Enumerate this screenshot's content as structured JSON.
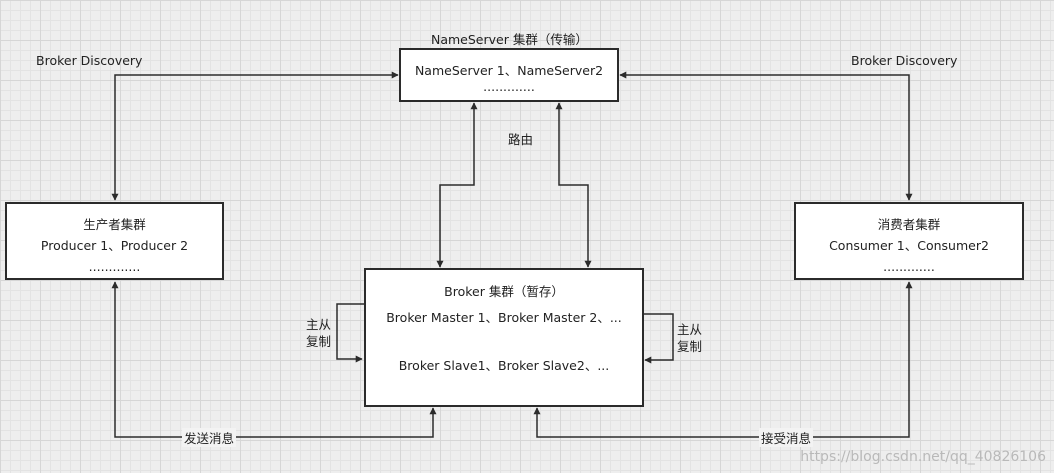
{
  "nameserver": {
    "cluster_title": "NameServer 集群（传输）",
    "line1": "NameServer 1、NameServer2",
    "line2": "............."
  },
  "producer": {
    "title": "生产者集群",
    "line1": "Producer 1、Producer 2",
    "line2": "............."
  },
  "consumer": {
    "title": "消费者集群",
    "line1": "Consumer 1、Consumer2",
    "line2": "............."
  },
  "broker": {
    "title": "Broker 集群（暂存）",
    "line1": "Broker Master 1、Broker Master 2、...",
    "line2": "Broker  Slave1、Broker Slave2、..."
  },
  "edge_labels": {
    "broker_discovery_left": "Broker Discovery",
    "broker_discovery_right": "Broker Discovery",
    "routing": "路由",
    "replication_left_top": "主从",
    "replication_left_bottom": "复制",
    "replication_right_top": "主从",
    "replication_right_bottom": "复制",
    "send_message": "发送消息",
    "receive_message": "接受消息"
  },
  "watermark": "https://blog.csdn.net/qq_40826106",
  "colors": {
    "line": "#2b2b2b",
    "box_fill": "#ffffff",
    "grid": "#d6d6d6",
    "watermark": "#b9b9b9"
  }
}
